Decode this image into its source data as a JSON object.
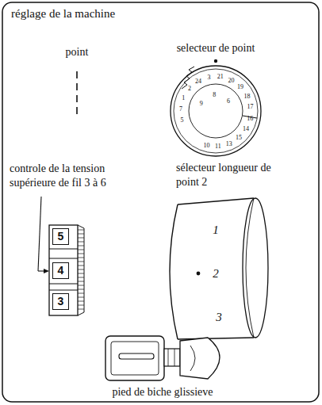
{
  "diagram": {
    "title": "réglage de la machine",
    "nodes": [
      {
        "text": [
          "5"
        ]
      },
      {
        "text": [
          "4"
        ]
      },
      {
        "text": [
          "3"
        ]
      }
    ],
    "labels": [
      "point",
      "selecteur de point",
      "5",
      "7",
      "1",
      "2",
      "24",
      "3",
      "21",
      "20",
      "19",
      "18",
      "17",
      "16",
      "14",
      "15",
      "13",
      "11",
      "10",
      "9",
      "8",
      "6",
      "controle de la tension supérieure de fil 3 à 6",
      "sélecteur longueur de point 2",
      "1",
      "2",
      "3",
      "pied de biche glissieve"
    ]
  }
}
